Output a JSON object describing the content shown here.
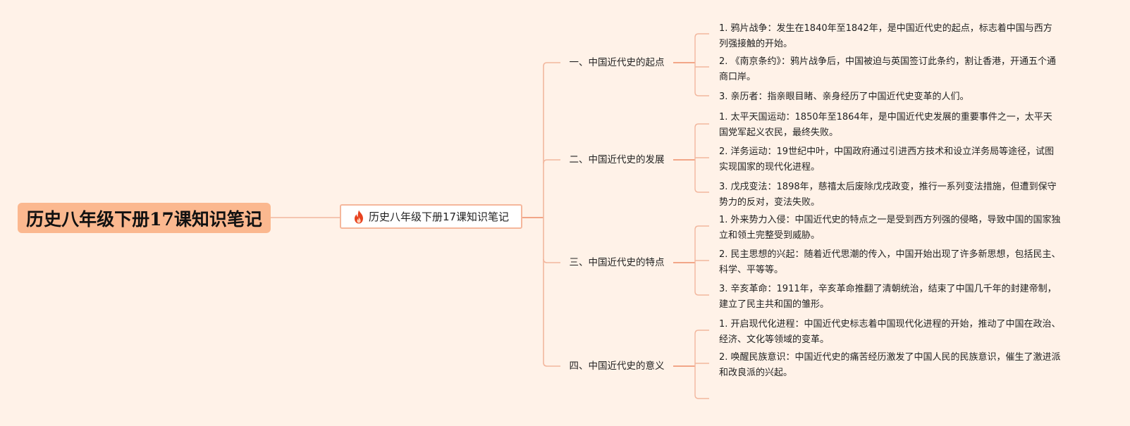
{
  "root": {
    "title": "历史八年级下册17课知识笔记"
  },
  "center": {
    "icon": "fire-icon",
    "title": "历史八年级下册17课知识笔记"
  },
  "branches": [
    {
      "label": "一、中国近代史的起点",
      "items": [
        "1. 鸦片战争：发生在1840年至1842年，是中国近代史的起点，标志着中国与西方列强接触的开始。",
        "2. 《南京条约》：鸦片战争后，中国被迫与英国签订此条约，割让香港，开通五个通商口岸。",
        "3. 亲历者：指亲眼目睹、亲身经历了中国近代史变革的人们。"
      ]
    },
    {
      "label": "二、中国近代史的发展",
      "items": [
        "1. 太平天国运动：1850年至1864年，是中国近代史发展的重要事件之一，太平天国党军起义农民，最终失败。",
        "2. 洋务运动：19世纪中叶，中国政府通过引进西方技术和设立洋务局等途径，试图实现国家的现代化进程。",
        "3. 戊戌变法：1898年，慈禧太后废除戊戌政变，推行一系列变法措施，但遭到保守势力的反对，变法失败。"
      ]
    },
    {
      "label": "三、中国近代史的特点",
      "items": [
        "1. 外来势力入侵：中国近代史的特点之一是受到西方列强的侵略，导致中国的国家独立和领土完整受到威胁。",
        "2. 民主思想的兴起：随着近代思潮的传入，中国开始出现了许多新思想，包括民主、科学、平等等。",
        "3. 辛亥革命：1911年，辛亥革命推翻了清朝统治，结束了中国几千年的封建帝制，建立了民主共和国的雏形。"
      ]
    },
    {
      "label": "四、中国近代史的意义",
      "items": [
        "1. 开启现代化进程：中国近代史标志着中国现代化进程的开始，推动了中国在政治、经济、文化等领域的变革。",
        "2. 唤醒民族意识：中国近代史的痛苦经历激发了中国人民的民族意识，催生了激进派和改良派的兴起。",
        ""
      ]
    }
  ],
  "colors": {
    "background": "#fff2e8",
    "root_fill": "#fbb88f",
    "mid_border": "#f5b79c",
    "line": "#f2b79e",
    "line_strong": "#ee8d68",
    "icon_flame": "#e8421f"
  }
}
